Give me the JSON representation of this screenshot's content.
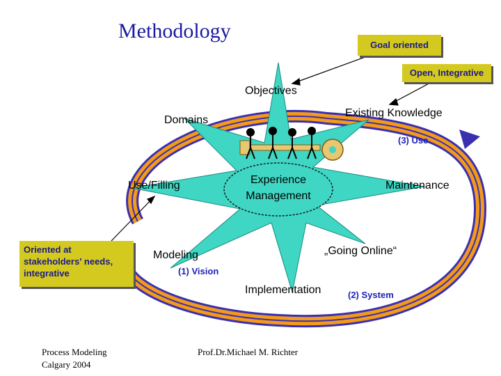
{
  "title": "Methodology",
  "callouts": {
    "goal": "Goal oriented",
    "open": "Open, Integrative",
    "stakeholders": "Oriented at stakeholders' needs, integrative"
  },
  "labels": {
    "objectives": "Objectives",
    "domains": "Domains",
    "existing_knowledge": "Existing Knowledge",
    "use_filling": "Use/Filling",
    "center_line1": "Experience",
    "center_line2": "Management",
    "maintenance": "Maintenance",
    "modeling": "Modeling",
    "going_online": "„Going Online“",
    "implementation": "Implementation"
  },
  "phases": {
    "use": "(3) Use",
    "vision": "(1) Vision",
    "system": "(2) System"
  },
  "footer": {
    "left_line1": "Process Modeling",
    "left_line2": "Calgary 2004",
    "author": "Prof.Dr.Michael M. Richter"
  },
  "colors": {
    "title": "#1a1aa0",
    "star": "#3fd6c4",
    "callout": "#d4c91e",
    "ring_orange": "#f39a1a",
    "ring_blue": "#3a2fb0",
    "phase_text": "#1e22b8"
  }
}
